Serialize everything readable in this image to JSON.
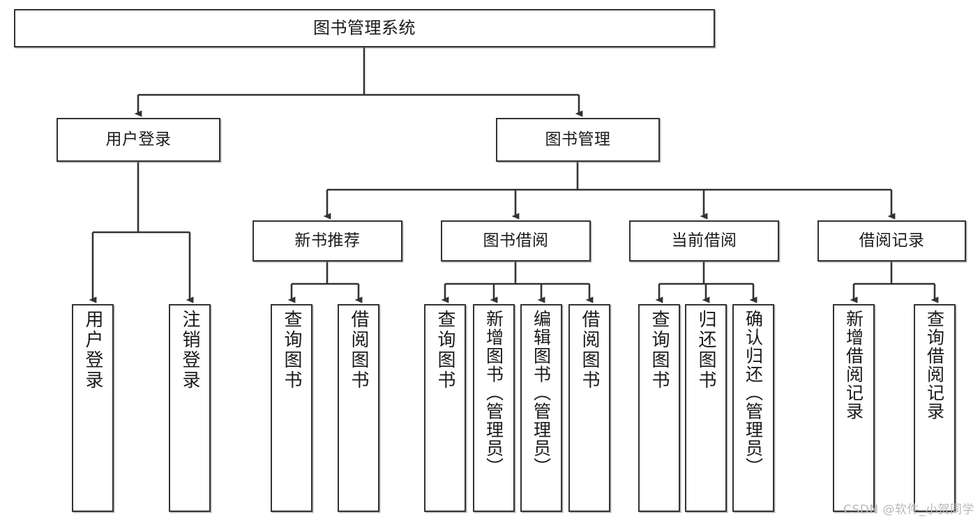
{
  "diagram": {
    "title": "图书管理系统",
    "type": "tree",
    "theme": {
      "background": "#ffffff",
      "box_border": "#333333",
      "box_fill": "#ffffff",
      "line": "#333333",
      "text": "#1a1a1a",
      "watermark_color": "#b9b9b9"
    },
    "root": {
      "label": "图书管理系统"
    },
    "level2": [
      {
        "label": "用户登录"
      },
      {
        "label": "图书管理"
      }
    ],
    "level3": [
      {
        "label": "新书推荐"
      },
      {
        "label": "图书借阅"
      },
      {
        "label": "当前借阅"
      },
      {
        "label": "借阅记录"
      }
    ],
    "leaves": {
      "user_login": [
        {
          "label": "用户登录"
        },
        {
          "label": "注销登录"
        }
      ],
      "new_book": [
        {
          "label": "查询图书"
        },
        {
          "label": "借阅图书"
        }
      ],
      "book_borrow": [
        {
          "label": "查询图书"
        },
        {
          "label": "新增图书（管理员）"
        },
        {
          "label": "编辑图书（管理员）"
        },
        {
          "label": "借阅图书"
        }
      ],
      "current_borrow": [
        {
          "label": "查询图书"
        },
        {
          "label": "归还图书"
        },
        {
          "label": "确认归还（管理员）"
        }
      ],
      "borrow_record": [
        {
          "label": "新增借阅记录"
        },
        {
          "label": "查询借阅记录"
        }
      ]
    }
  },
  "watermark": {
    "text": "CSDN @软件_小贺同学"
  }
}
